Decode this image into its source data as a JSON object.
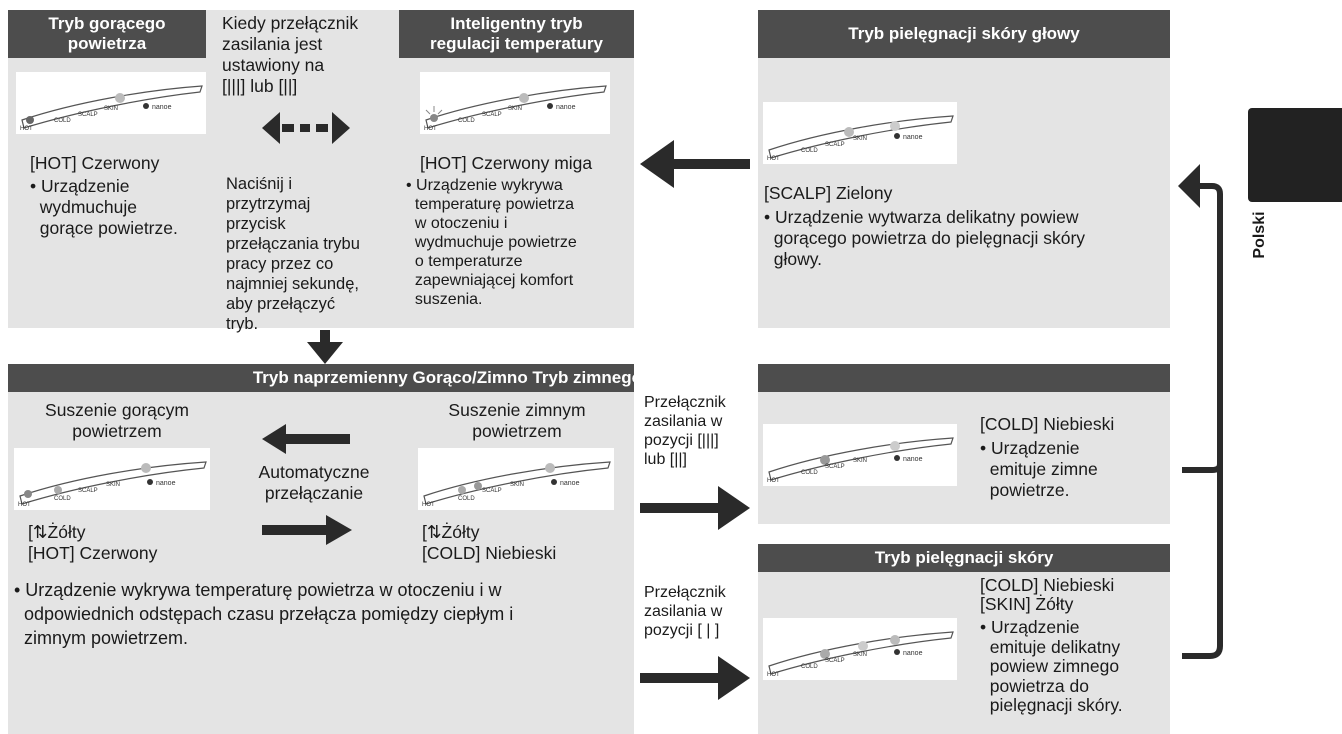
{
  "hot": {
    "title": "Tryb gorącego\npowietrza",
    "desc": "[HOT] Czerwony",
    "bullet": "• Urządzenie\n  wydmuchuje\n  gorące powietrze."
  },
  "switch_note": {
    "top": "Kiedy przełącznik\nzasilania jest\nustawiony na\n[|||] lub [||]",
    "bottom": "Naciśnij i\nprzytrzymaj\nprzycisk\nprzełączania trybu\npracy przez co\nnajmniej sekundę,\naby przełączyć\ntryb."
  },
  "smart": {
    "title": "Inteligentny tryb\nregulacji temperatury",
    "desc": "[HOT] Czerwony miga",
    "bullet": "• Urządzenie wykrywa\n  temperaturę powietrza\n  w otoczeniu i\n  wydmuchuje powietrze\n  o temperaturze\n  zapewniającej komfort\n  suszenia."
  },
  "scalp": {
    "title": "Tryb pielęgnacji skóry głowy",
    "desc": "[SCALP] Zielony",
    "bullet": "• Urządzenie wytwarza delikatny powiew\n  gorącego powietrza do pielęgnacji skóry\n  głowy."
  },
  "alternate": {
    "title": "Tryb naprzemienny Gorąco/Zimno Tryb zimnego",
    "hot_label": "Suszenie gorącym\npowietrzem",
    "cold_label": "Suszenie zimnym\npowietrzem",
    "auto_label": "Automatyczne\nprzełączanie",
    "hot_desc": "[⇅Żółty\n[HOT] Czerwony",
    "cold_desc": "[⇅Żółty\n[COLD] Niebieski",
    "bullet": "• Urządzenie wykrywa temperaturę powietrza w otoczeniu i w\n  odpowiednich odstępach czasu przełącza pomiędzy ciepłym i\n  zimnym powietrzem."
  },
  "cold": {
    "desc": "[COLD] Niebieski",
    "bullet": "• Urządzenie\n  emituje zimne\n  powietrze."
  },
  "skin": {
    "title": "Tryb pielęgnacji skóry",
    "desc": "[COLD] Niebieski\n[SKIN] Żółty",
    "bullet": "• Urządzenie\n  emituje delikatny\n  powiew zimnego\n  powietrza do\n  pielęgnacji skóry."
  },
  "switch_pos_1": "Przełącznik\nzasilania w\npozycji [|||]\nlub [||]",
  "switch_pos_2": "Przełącznik\nzasilania w\npozycji [ | ]",
  "display_labels": {
    "hot": "HOT",
    "cold": "COLD",
    "scalp": "SCALP",
    "skin": "SKIN",
    "nanoe": "nanoe"
  },
  "side_tab": "Polski",
  "colors": {
    "header": "#4d4d4d",
    "panel": "#e4e4e4",
    "tab": "#222222"
  }
}
